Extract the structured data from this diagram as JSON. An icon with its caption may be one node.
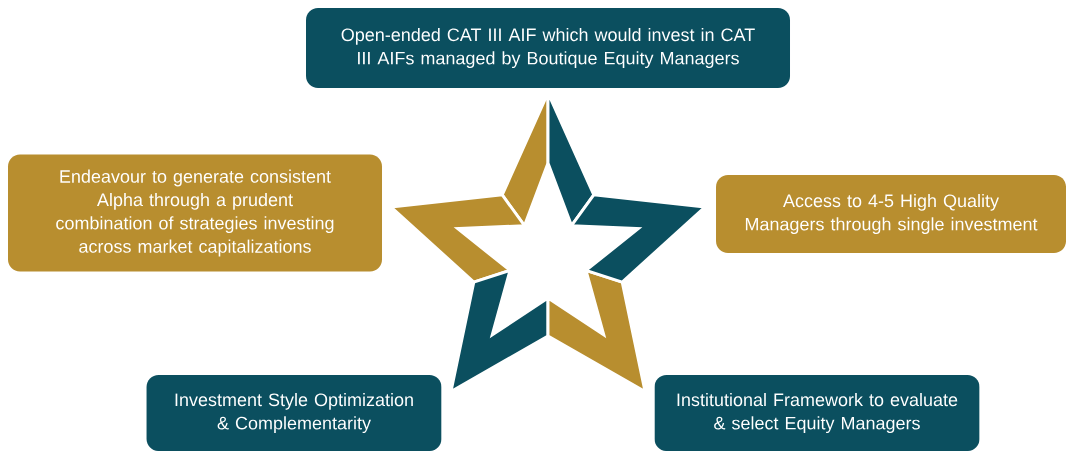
{
  "diagram": {
    "nodes": [
      {
        "text": [
          "Open-ended CAT III AIF which would invest in CAT III AIFs managed by Boutique Equity Managers"
        ]
      },
      {
        "text": [
          "Endeavour to generate consistent Alpha through a prudent combination of strategies investing across market capitalizations"
        ]
      },
      {
        "text": [
          "Access to 4-5 High Quality Managers through single investment"
        ]
      },
      {
        "text": [
          "Investment Style Optimization & Complementarity"
        ]
      },
      {
        "text": [
          "Institutional Framework to evaluate & select Equity Managers"
        ]
      }
    ]
  }
}
